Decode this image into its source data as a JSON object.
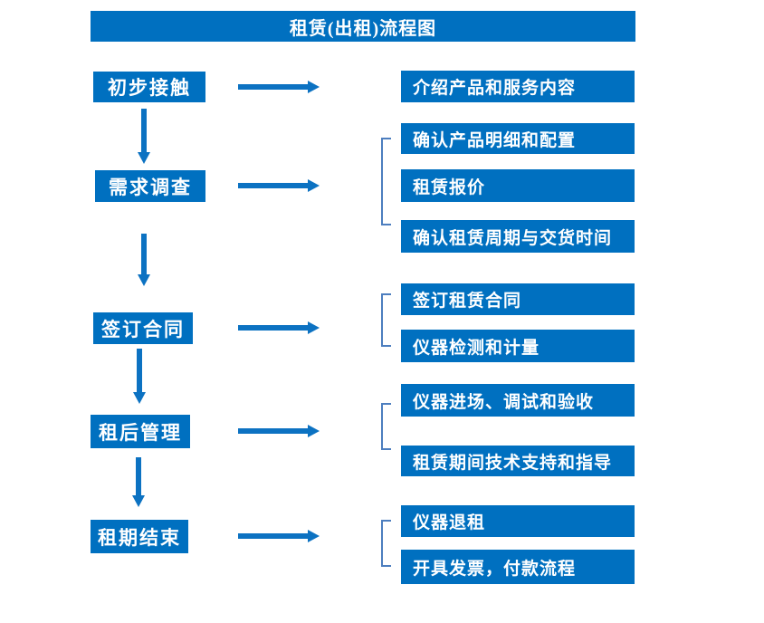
{
  "title": "租赁(出租)流程图",
  "colors": {
    "node_fill": "#0070C0",
    "node_text": "#FFFFFF",
    "arrow": "#0C72C2",
    "bracket": "#4D7EBF",
    "background": "#FFFFFF"
  },
  "flow": {
    "steps": [
      {
        "label": "初步接触",
        "outputs": [
          "介绍产品和服务内容"
        ]
      },
      {
        "label": "需求调查",
        "outputs": [
          "确认产品明细和配置",
          "租赁报价",
          "确认租赁周期与交货时间"
        ]
      },
      {
        "label": "签订合同",
        "outputs": [
          "签订租赁合同",
          "仪器检测和计量"
        ]
      },
      {
        "label": "租后管理",
        "outputs": [
          "仪器进场、调试和验收",
          "租赁期间技术支持和指导"
        ]
      },
      {
        "label": "租期结束",
        "outputs": [
          "仪器退租",
          "开具发票，付款流程"
        ]
      }
    ]
  }
}
